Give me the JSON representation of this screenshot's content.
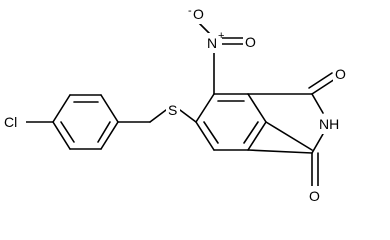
{
  "molecule": {
    "atom_labels": {
      "chlorine": "Cl",
      "sulfur": "S",
      "nitro_nitrogen": "N",
      "nitro_plus": "+",
      "nitro_oxygen_top": "O",
      "nitro_minus": "-",
      "nitro_oxygen_right": "O",
      "carbonyl_oxygen_top": "O",
      "imide_nh": "NH",
      "carbonyl_oxygen_bottom": "O"
    }
  }
}
